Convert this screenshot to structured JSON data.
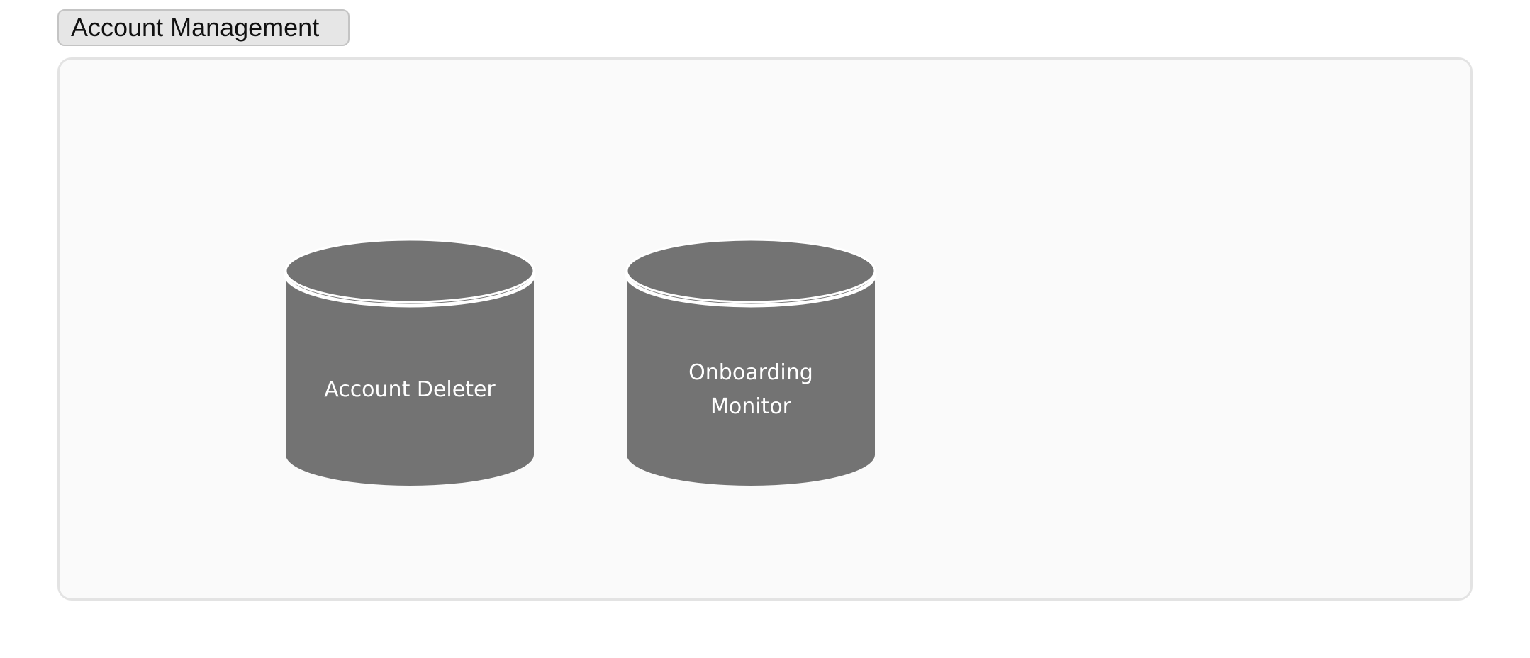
{
  "group": {
    "title": "Account Management"
  },
  "nodes": [
    {
      "label": "Account Deleter",
      "shape": "database-cylinder-icon"
    },
    {
      "label": "Onboarding Monitor",
      "shape": "database-cylinder-icon"
    }
  ],
  "colors": {
    "node_fill": "#737373",
    "node_text": "#ffffff",
    "container_fill": "#fafafa",
    "container_border": "#e3e3e3",
    "tab_fill": "#e6e6e6",
    "tab_border": "#c4c4c4"
  }
}
